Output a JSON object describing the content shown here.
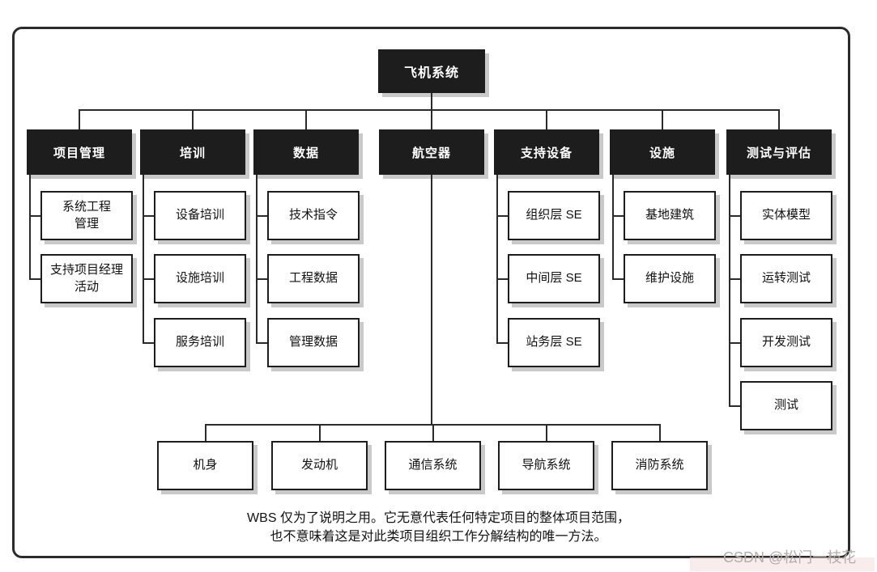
{
  "diagram": {
    "root_label": "飞机系统",
    "columns": [
      {
        "label": "项目管理",
        "children": [
          [
            "系统工程",
            "管理"
          ],
          [
            "支持项目经理",
            "活动"
          ]
        ]
      },
      {
        "label": "培训",
        "children": [
          [
            "设备培训"
          ],
          [
            "设施培训"
          ],
          [
            "服务培训"
          ]
        ]
      },
      {
        "label": "数据",
        "children": [
          [
            "技术指令"
          ],
          [
            "工程数据"
          ],
          [
            "管理数据"
          ]
        ]
      },
      {
        "label": "航空器",
        "children": []
      },
      {
        "label": "支持设备",
        "children": [
          [
            "组织层 SE"
          ],
          [
            "中间层 SE"
          ],
          [
            "站务层 SE"
          ]
        ]
      },
      {
        "label": "设施",
        "children": [
          [
            "基地建筑"
          ],
          [
            "维护设施"
          ]
        ]
      },
      {
        "label": "测试与评估",
        "children": [
          [
            "实体模型"
          ],
          [
            "运转测试"
          ],
          [
            "开发测试"
          ],
          [
            "测试"
          ]
        ]
      }
    ],
    "aircraft_subsystems": [
      "机身",
      "发动机",
      "通信系统",
      "导航系统",
      "消防系统"
    ],
    "footnote": {
      "line1": "WBS 仅为了说明之用。它无意代表任何特定项目的整体项目范围，",
      "line2": "也不意味着这是对此类项目组织工作分解结构的唯一方法。"
    },
    "watermark": "CSDN @松门一枝花",
    "colors": {
      "node_fill_dark": "#1d1d1d",
      "node_text_dark_bg": "#ffffff",
      "node_fill_light": "#ffffff",
      "node_border": "#1d1d1d",
      "connector": "#2b2b2b",
      "shadow": "#c9c9c9",
      "watermark_text": "#b3adad"
    }
  }
}
